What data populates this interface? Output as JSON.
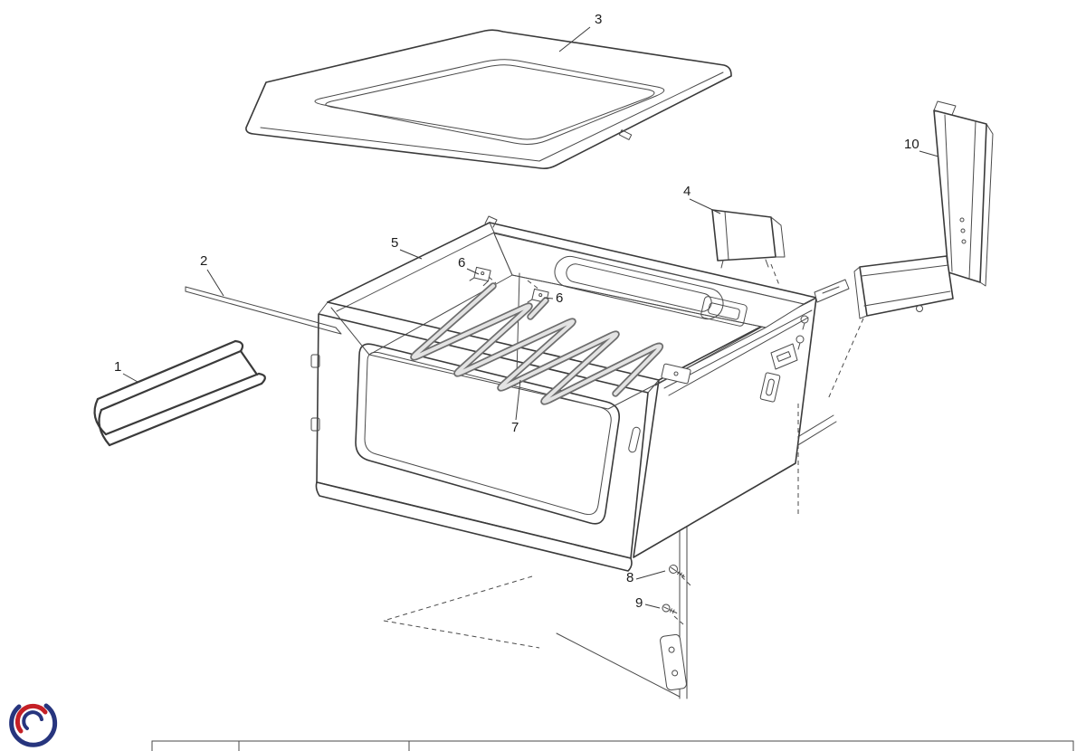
{
  "diagram": {
    "labels": [
      {
        "part": "side-wire-rack",
        "text": "1"
      },
      {
        "part": "shelf-support-rod",
        "text": "2"
      },
      {
        "part": "top-cover-panel",
        "text": "3"
      },
      {
        "part": "rear-bracket",
        "text": "4"
      },
      {
        "part": "oven-cavity",
        "text": "5"
      },
      {
        "part": "element-clip-left",
        "text": "6"
      },
      {
        "part": "element-clip-right",
        "text": "6"
      },
      {
        "part": "heating-element",
        "text": "7"
      },
      {
        "part": "screw-upper",
        "text": "8"
      },
      {
        "part": "screw-lower",
        "text": "9"
      },
      {
        "part": "side-mounting-panel",
        "text": "10"
      }
    ],
    "colors": {
      "line": "#3a3a3a",
      "logo_blue": "#27357E",
      "logo_red": "#C52026"
    }
  }
}
